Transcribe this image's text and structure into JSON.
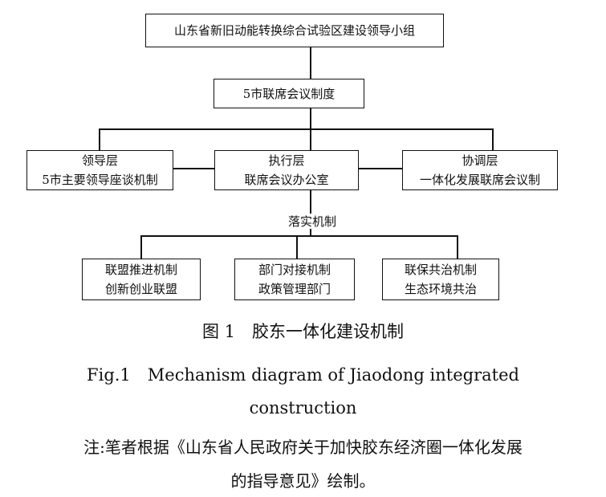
{
  "diagram": {
    "top_box": "山东省新旧动能转换综合试验区建设领导小组",
    "council_box": "5市联席会议制度",
    "left_box": {
      "line1": "领导层",
      "line2": "5市主要领导座谈机制"
    },
    "center_box": {
      "line1": "执行层",
      "line2": "联席会议办公室"
    },
    "right_box": {
      "line1": "协调层",
      "line2": "一体化发展联席会议制"
    },
    "implementation_label": "落实机制",
    "bottom_left_box": {
      "line1": "联盟推进机制",
      "line2": "创新创业联盟"
    },
    "bottom_center_box": {
      "line1": "部门对接机制",
      "line2": "政策管理部门"
    },
    "bottom_right_box": {
      "line1": "联保共治机制",
      "line2": "生态环境共治"
    }
  },
  "captions": {
    "figure_cn": "图 1　胶东一体化建设机制",
    "figure_en_line1": "Fig.1　Mechanism diagram of Jiaodong integrated",
    "figure_en_line2": "construction",
    "note_line1": "注:笔者根据《山东省人民政府关于加快胶东经济圈一体化发展",
    "note_line2": "的指导意见》绘制。"
  }
}
